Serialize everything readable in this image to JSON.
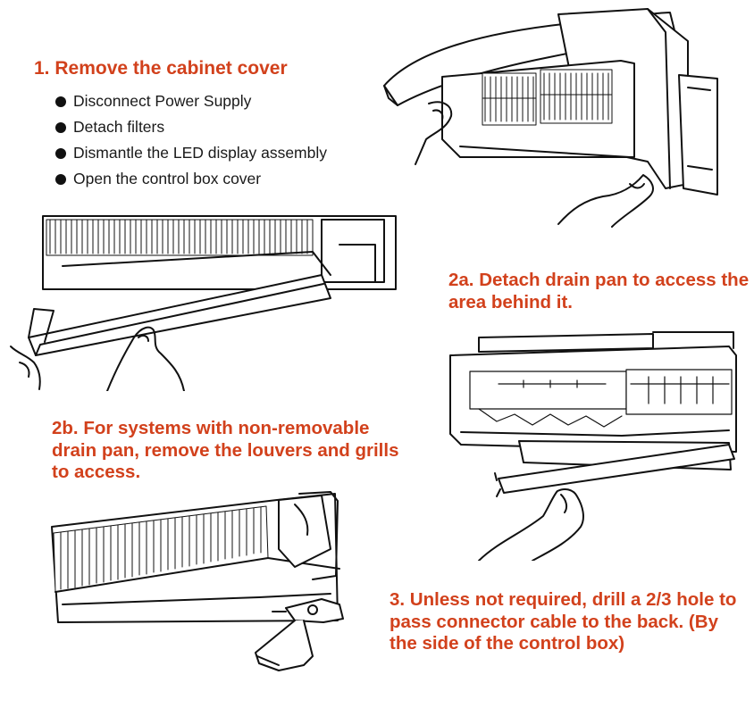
{
  "step1": {
    "heading": "1. Remove the cabinet cover",
    "bullets": [
      "Disconnect Power Supply",
      "Detach filters",
      "Dismantle the LED display assembly",
      "Open the control box cover"
    ]
  },
  "step2a": {
    "heading": "2a. Detach drain pan to access the area behind it."
  },
  "step2b": {
    "heading": "2b. For systems with non-removable drain pan, remove the louvers and grills to access."
  },
  "step3": {
    "heading": "3. Unless not required, drill a 2/3 hole to pass connector cable to the back. (By the side of the control box)"
  },
  "colors": {
    "heading": "#d2411c",
    "text": "#1a1a1a",
    "line": "#111111"
  },
  "icons": [
    "bullet-dot-icon"
  ]
}
